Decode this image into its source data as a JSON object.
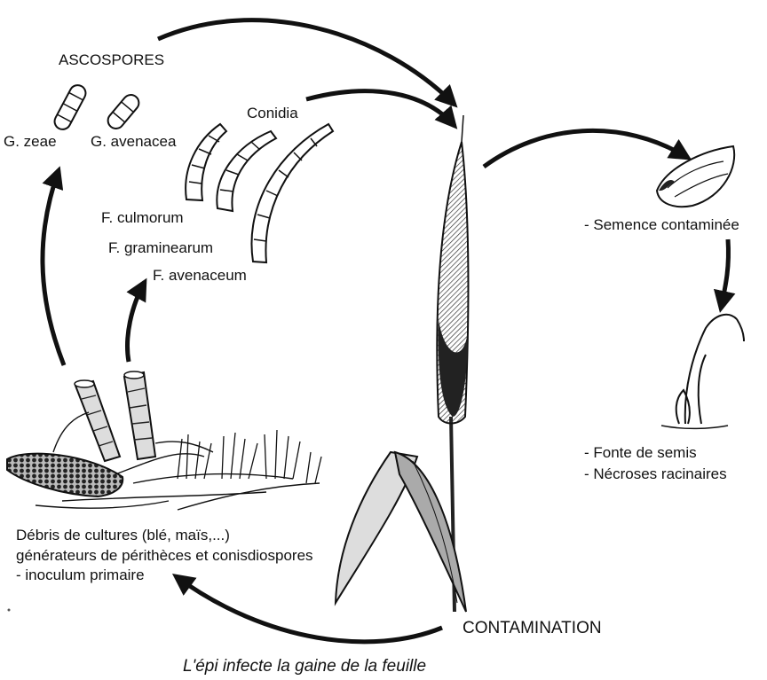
{
  "labels": {
    "ascospores": "ASCOSPORES",
    "g_zeae": "G. zeae",
    "g_avenacea": "G. avenacea",
    "conidia": "Conidia",
    "f_culmorum": "F. culmorum",
    "f_graminearum": "F. graminearum",
    "f_avenaceum": "F. avenaceum",
    "semence": "- Semence contaminée",
    "fonte": "- Fonte de semis",
    "necroses": "- Nécroses racinaires",
    "debris_1": "Débris de cultures (blé, maïs,...)",
    "debris_2": "générateurs de périthèces et conisdiospores",
    "debris_3": "- inoculum primaire",
    "contamination": "CONTAMINATION",
    "caption": "L'épi infecte la gaine de la feuille"
  }
}
